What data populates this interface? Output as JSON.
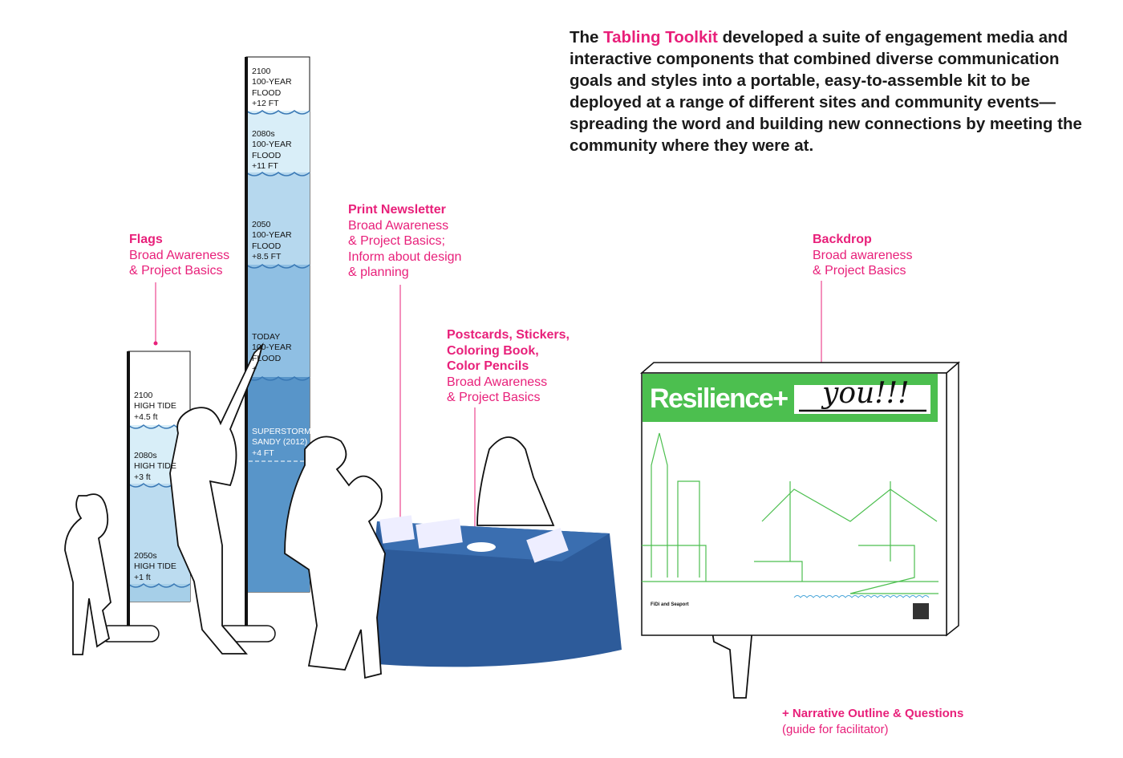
{
  "intro": {
    "prefix": "The ",
    "highlight": "Tabling Toolkit",
    "rest": " developed a suite of engagement media and interactive components that combined diverse communication goals and styles into a portable, easy-to-assemble kit to be deployed at a range of different sites and community events—spreading the word and building new connections by meeting the community where they were at."
  },
  "labels": {
    "flags": {
      "title": "Flags",
      "line1": "Broad Awareness",
      "line2": "& Project Basics"
    },
    "newsletter": {
      "title": "Print Newsletter",
      "line1": "Broad Awareness",
      "line2": "& Project Basics;",
      "line3": "Inform about design",
      "line4": "& planning"
    },
    "postcards": {
      "title1": "Postcards, Stickers,",
      "title2": "Coloring Book,",
      "title3": "Color Pencils",
      "line1": "Broad Awareness",
      "line2": "& Project Basics"
    },
    "backdrop": {
      "title": "Backdrop",
      "line1": "Broad awareness",
      "line2": "& Project Basics"
    },
    "narrative": {
      "title": "+  Narrative Outline  & Questions",
      "sub": "(guide for facilitator)"
    }
  },
  "tall_flag": [
    "2100\n100-YEAR\nFLOOD\n+12 FT",
    "2080s\n100-YEAR\nFLOOD\n+11 FT",
    "2050\n100-YEAR\nFLOOD\n+8.5 FT",
    "TODAY\n100-YEAR\nFLOOD\n+",
    "SUPERSTORM\nSANDY (2012)\n+4 FT"
  ],
  "short_flag": [
    "2100\nHIGH TIDE\n+4.5 ft",
    "2080s\nHIGH TIDE\n+3 ft",
    "2050s\nHIGH TIDE\n+1 ft"
  ],
  "backdrop": {
    "title": "Resilience+",
    "handwriting": "you!!!",
    "footer": "FiDi and Seaport"
  },
  "colors": {
    "accent": "#e8207a",
    "green": "#4cbf4f",
    "table": "#2d5b9a"
  }
}
